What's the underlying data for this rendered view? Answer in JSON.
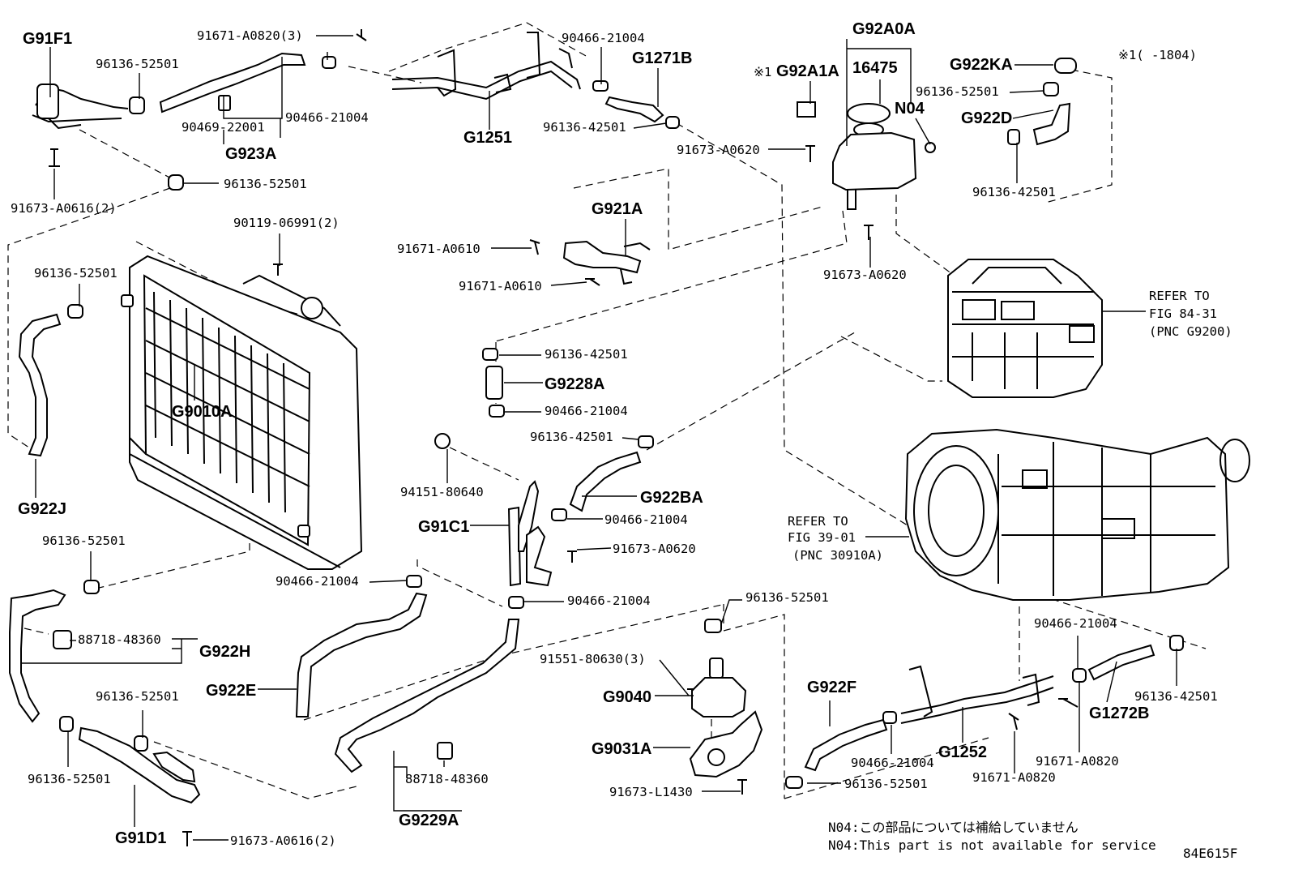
{
  "labels": {
    "g91f1": "G91F1",
    "p96136_52501_a": "96136-52501",
    "p91671_a0820_3": "91671-A0820(3)",
    "p90466_21004_a": "90466-21004",
    "p90469_22001": "90469-22001",
    "p90466_21004_b": "90466-21004",
    "g923a": "G923A",
    "g1251": "G1251",
    "g1271b": "G1271B",
    "p96136_42501_a": "96136-42501",
    "p91673_a0616_2a": "91673-A0616(2)",
    "p96136_52501_b": "96136-52501",
    "g92a0a": "G92A0A",
    "g92a1a": "G92A1A",
    "g92a1a_mark": "※1",
    "p16475": "16475",
    "n04": "N04",
    "p91673_a0620_a": "91673-A0620",
    "g922ka": "G922KA",
    "p96136_52501_c": "96136-52501",
    "g922d": "G922D",
    "p96136_42501_b": "96136-42501",
    "note1": "※1(      -1804)",
    "p90119_06991_2": "90119-06991(2)",
    "p96136_52501_d": "96136-52501",
    "g921a": "G921A",
    "p91671_a0610_a": "91671-A0610",
    "p91671_a0610_b": "91671-A0610",
    "p91673_a0620_b": "91673-A0620",
    "refer1_l1": "REFER TO",
    "refer1_l2": "FIG 84-31",
    "refer1_l3": "(PNC G9200)",
    "g9010a": "G9010A",
    "p96136_42501_c": "96136-42501",
    "g9228a": "G9228A",
    "p90466_21004_c": "90466-21004",
    "p96136_42501_d": "96136-42501",
    "g922j": "G922J",
    "p94151_80640": "94151-80640",
    "g922ba": "G922BA",
    "p90466_21004_d": "90466-21004",
    "g91c1": "G91C1",
    "p91673_a0620_c": "91673-A0620",
    "refer2_l1": "REFER TO",
    "refer2_l2": "FIG 39-01",
    "refer2_l3": "(PNC 30910A)",
    "p96136_52501_e": "96136-52501",
    "p90466_21004_e": "90466-21004",
    "p90466_21004_f": "90466-21004",
    "p96136_52501_f": "96136-52501",
    "p88718_48360_a": "88718-48360",
    "g922h": "G922H",
    "p91551_80630_3": "91551-80630(3)",
    "g922e": "G922E",
    "g9040": "G9040",
    "g922f": "G922F",
    "p90466_21004_g": "90466-21004",
    "p96136_52501_g": "96136-52501",
    "p96136_42501_e": "96136-42501",
    "g1272b": "G1272B",
    "g9031a": "G9031A",
    "p96136_52501_h": "96136-52501",
    "g1252": "G1252",
    "p91671_a0820_a": "91671-A0820",
    "p90466_21004_h": "90466-21004",
    "p91671_a0820_b": "91671-A0820",
    "p96136_52501_i": "96136-52501",
    "p88718_48360_b": "88718-48360",
    "p91673_l1430": "91673-L1430",
    "g91d1": "G91D1",
    "g9229a": "G9229A",
    "p91673_a0616_2b": "91673-A0616(2)"
  },
  "notes": {
    "n04_jp": "N04:この部品については補給していません",
    "n04_en": "N04:This part is not available for service",
    "figure_code": "84E615F"
  },
  "colors": {
    "ink": "#000000",
    "paper": "#ffffff"
  }
}
